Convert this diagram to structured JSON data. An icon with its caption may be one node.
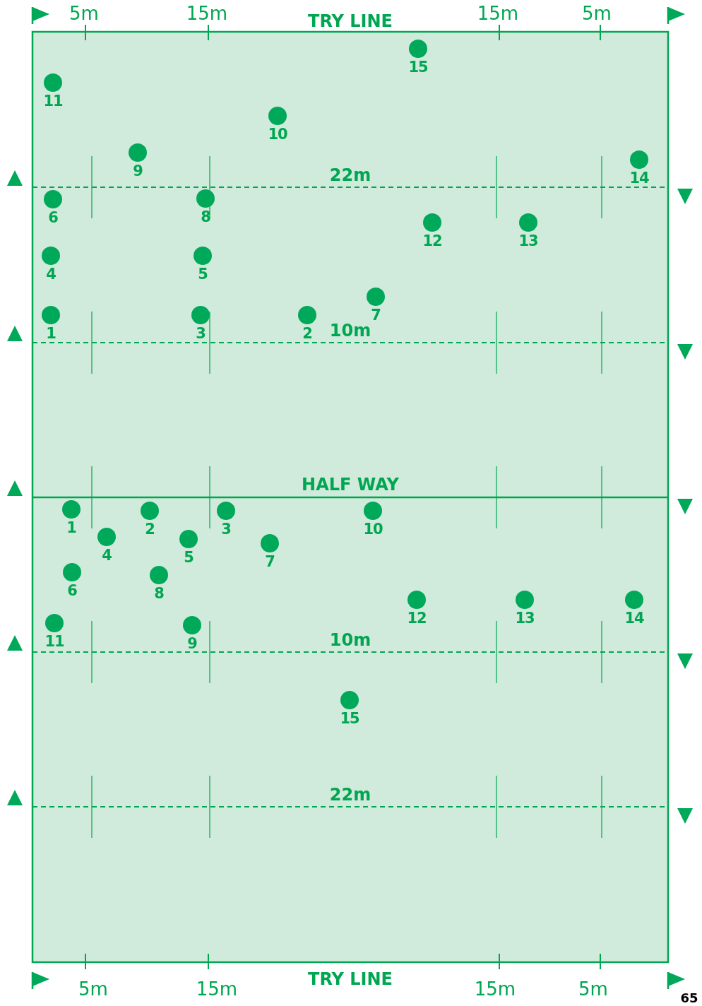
{
  "diagram": {
    "labels": [
      "5m",
      "15m",
      "TRY LINE",
      "15m",
      "5m",
      "15",
      "11",
      "10",
      "9",
      "22m",
      "14",
      "6",
      "8",
      "12",
      "13",
      "4",
      "5",
      "7",
      "1",
      "3",
      "2",
      "10m",
      "HALF WAY",
      "1",
      "2",
      "3",
      "10",
      "4",
      "5",
      "7",
      "6",
      "8",
      "12",
      "13",
      "14",
      "11",
      "9",
      "10m",
      "15",
      "22m",
      "5m",
      "15m",
      "TRY LINE",
      "15m",
      "5m",
      "65"
    ]
  }
}
